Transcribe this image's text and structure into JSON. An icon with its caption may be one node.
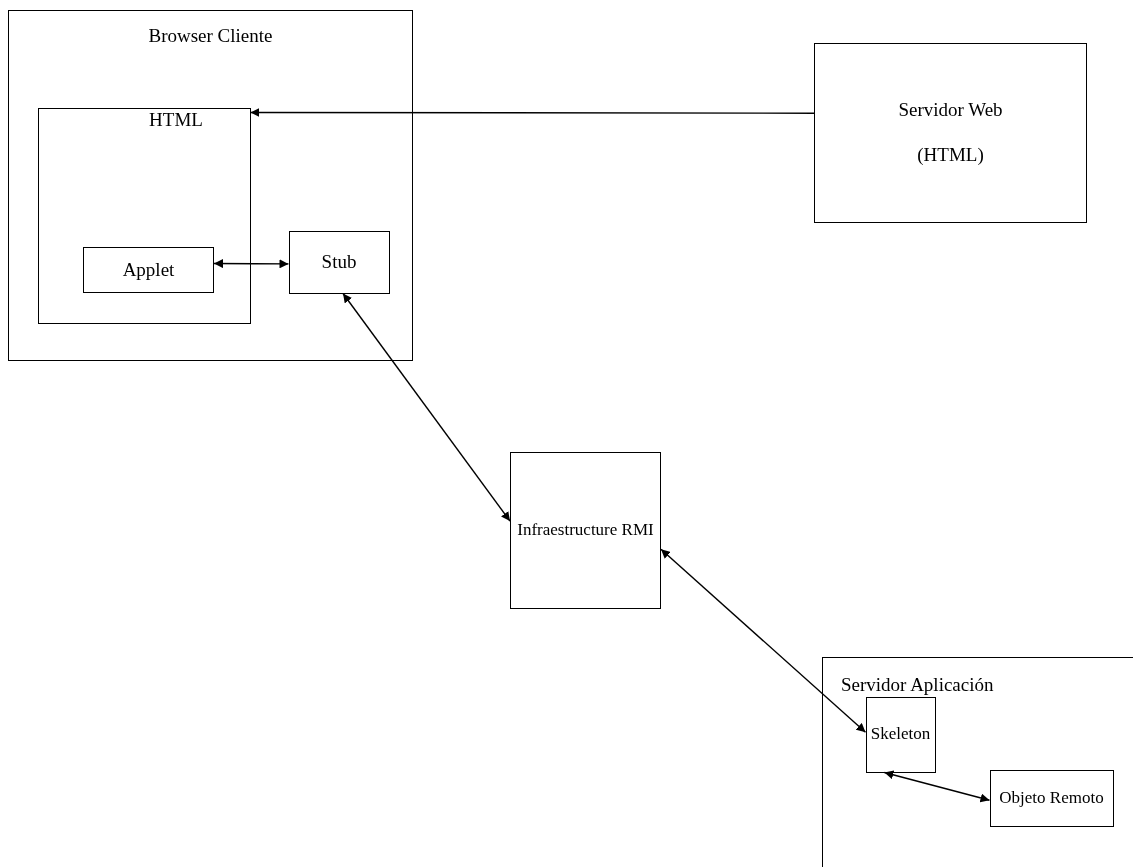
{
  "diagram": {
    "nodes": [
      {
        "text": [
          "Browser Cliente"
        ]
      },
      {
        "text": [
          "HTML"
        ],
        "in": 0
      },
      {
        "text": [
          "Applet"
        ],
        "in": 1
      },
      {
        "text": [
          "Stub"
        ],
        "in": 0
      },
      {
        "text": [
          "Servidor Web",
          "(HTML)"
        ]
      },
      {
        "text": [
          "Infraestructure RMI"
        ]
      },
      {
        "text": [
          "Servidor Aplicación"
        ]
      },
      {
        "text": [
          "Skeleton"
        ],
        "in": 6
      },
      {
        "text": [
          "Objeto Remoto"
        ],
        "in": 6
      }
    ],
    "edges": [
      {
        "from": 4,
        "to": 1,
        "arrow": "to"
      },
      {
        "from": 2,
        "to": 3,
        "arrow": "both"
      },
      {
        "from": 3,
        "to": 5,
        "arrow": "both"
      },
      {
        "from": 5,
        "to": 7,
        "arrow": "both"
      },
      {
        "from": 7,
        "to": 8,
        "arrow": "both"
      }
    ]
  }
}
